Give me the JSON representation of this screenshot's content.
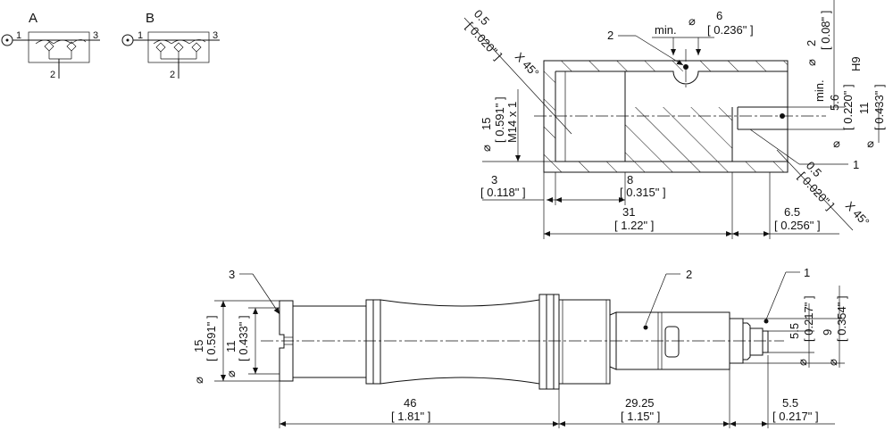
{
  "symbols": {
    "a": {
      "label": "A",
      "port_left": "1",
      "port_right": "3",
      "port_bottom": "2"
    },
    "b": {
      "label": "B",
      "port_left": "1",
      "port_right": "3",
      "port_bottom": "2"
    }
  },
  "cavity": {
    "chamfer_left": {
      "mm": "0.5",
      "in": "[ 0.020\" ]",
      "angle": "X 45°"
    },
    "chamfer_right": {
      "mm": "0.5",
      "in": "[ 0.020\" ]",
      "angle": "X 45°"
    },
    "port_diam": {
      "prefix": "min.",
      "mm": "6",
      "in": "[ 0.236\" ]"
    },
    "pin_diam": {
      "mm": "2",
      "in": "[ 0.08\" ]",
      "fit": "H9"
    },
    "min_56": {
      "prefix": "min.",
      "mm": "5.6",
      "in": "[ 0.220\" ]"
    },
    "bore_11": {
      "mm": "11",
      "in": "[ 0.433\" ]"
    },
    "bore_15": {
      "mm": "15",
      "in": "[ 0.591\" ]"
    },
    "thread": "M14 x 1",
    "depth_3": {
      "mm": "3",
      "in": "[ 0.118\" ]"
    },
    "depth_8": {
      "mm": "8",
      "in": "[ 0.315\" ]"
    },
    "depth_31": {
      "mm": "31",
      "in": "[ 1.22\" ]"
    },
    "depth_65": {
      "mm": "6.5",
      "in": "[ 0.256\" ]"
    },
    "callout_1": "1",
    "callout_2": "2"
  },
  "valve": {
    "callout_1": "1",
    "callout_2": "2",
    "callout_3": "3",
    "diam_15": {
      "mm": "15",
      "in": "[ 0.591\" ]"
    },
    "diam_11": {
      "mm": "11",
      "in": "[ 0.433\" ]"
    },
    "diam_55": {
      "mm": "5.5",
      "in": "[ 0.217\" ]"
    },
    "diam_9": {
      "mm": "9",
      "in": "[ 0.354\" ]"
    },
    "len_46": {
      "mm": "46",
      "in": "[ 1.81\" ]"
    },
    "len_2925": {
      "mm": "29.25",
      "in": "[ 1.15\" ]"
    },
    "len_55": {
      "mm": "5.5",
      "in": "[ 0.217\" ]"
    }
  },
  "symbols_diameter": "⌀"
}
